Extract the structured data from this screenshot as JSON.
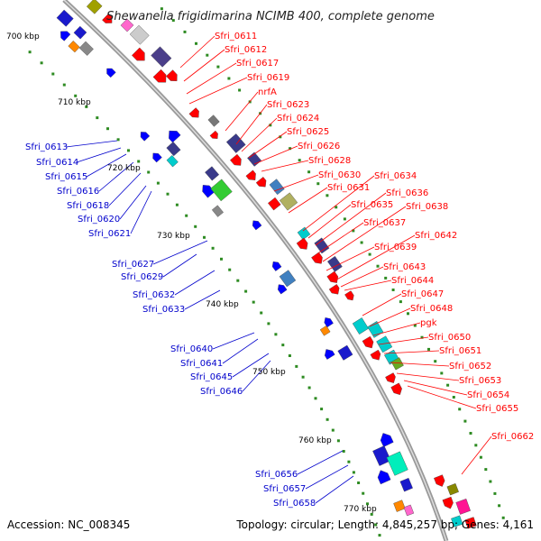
{
  "title": "Shewanella frigidimarina NCIMB 400, complete genome",
  "footer": {
    "accession": "Accession: NC_008345",
    "topology": "Topology: circular; Length: 4,845,257 bp; Genes: 4,161"
  },
  "colors": {
    "forward_label": "#ff0000",
    "reverse_label": "#0000ff",
    "backbone": "#999999",
    "tick": "#2e8b22"
  },
  "scale_labels": [
    "700 kbp",
    "710 kbp",
    "720 kbp",
    "730 kbp",
    "740 kbp",
    "750 kbp",
    "760 kbp",
    "770 kbp"
  ],
  "forward_genes": [
    "Sfri_0611",
    "Sfri_0612",
    "Sfri_0617",
    "Sfri_0619",
    "nrfA",
    "Sfri_0623",
    "Sfri_0624",
    "Sfri_0625",
    "Sfri_0626",
    "Sfri_0628",
    "Sfri_0630",
    "Sfri_0631",
    "Sfri_0634",
    "Sfri_0635",
    "Sfri_0636",
    "Sfri_0637",
    "Sfri_0638",
    "Sfri_0639",
    "Sfri_0642",
    "Sfri_0643",
    "Sfri_0644",
    "Sfri_0647",
    "Sfri_0648",
    "pgk",
    "Sfri_0650",
    "Sfri_0651",
    "Sfri_0652",
    "Sfri_0653",
    "Sfri_0654",
    "Sfri_0655",
    "Sfri_0662"
  ],
  "reverse_genes": [
    "Sfri_0613",
    "Sfri_0614",
    "Sfri_0615",
    "Sfri_0616",
    "Sfri_0618",
    "Sfri_0620",
    "Sfri_0621",
    "Sfri_0627",
    "Sfri_0629",
    "Sfri_0632",
    "Sfri_0633",
    "Sfri_0640",
    "Sfri_0641",
    "Sfri_0645",
    "Sfri_0646",
    "Sfri_0656",
    "Sfri_0657",
    "Sfri_0658"
  ]
}
